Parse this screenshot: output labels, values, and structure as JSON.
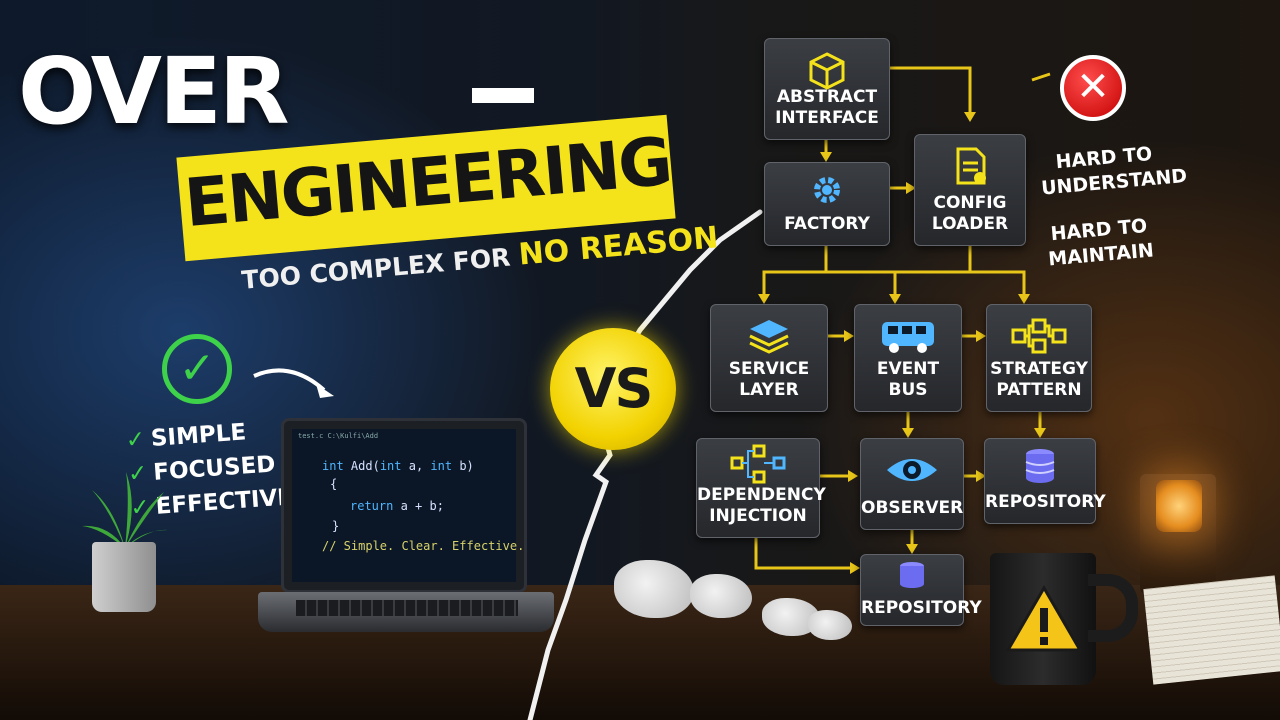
{
  "headline": {
    "line1": "OVER",
    "line2": "ENGINEERING",
    "subtitle_prefix": "TOO COMPLEX FOR",
    "subtitle_highlight": "NO REASON"
  },
  "simple_side": {
    "points": [
      "SIMPLE",
      "FOCUSED",
      "EFFECTIVE"
    ],
    "code": {
      "tab": "test.c   C:\\Kulfi\\Add",
      "line1_type": "int",
      "line1_rest": " Add(",
      "line1_p1type": "int",
      "line1_p1": " a, ",
      "line1_p2type": "int",
      "line1_p2": " b)",
      "line2": "{",
      "line3_kw": "return",
      "line3_rest": " a + b;",
      "line4": "}",
      "comment": "// Simple. Clear. Effective."
    }
  },
  "vs_label": "VS",
  "diagram": {
    "nodes": {
      "abstract_interface": "ABSTRACT\nINTERFACE",
      "factory": "FACTORY",
      "config_loader": "CONFIG\nLOADER",
      "service_layer": "SERVICE\nLAYER",
      "event_bus": "EVENT\nBUS",
      "strategy_pattern": "STRATEGY\nPATTERN",
      "dependency_injection": "DEPENDENCY\nINJECTION",
      "observer": "OBSERVER",
      "repository_right": "REPOSITORY",
      "repository_bottom": "REPOSITORY"
    },
    "notes": {
      "hard_understand": "HARD TO\nUNDERSTAND",
      "hard_maintain": "HARD TO\nMAINTAIN"
    }
  },
  "colors": {
    "accent_yellow": "#f4e21a",
    "check_green": "#3ed14a",
    "error_red": "#d40000",
    "connector": "#e8c619",
    "icon_blue": "#4fb6ff"
  },
  "icons": [
    "check-circle-icon",
    "curved-arrow-icon",
    "cube-icon",
    "gear-icon",
    "document-icon",
    "layers-icon",
    "bus-icon",
    "flowchart-icon",
    "network-icon",
    "eye-icon",
    "database-icon",
    "close-icon",
    "warning-icon"
  ]
}
